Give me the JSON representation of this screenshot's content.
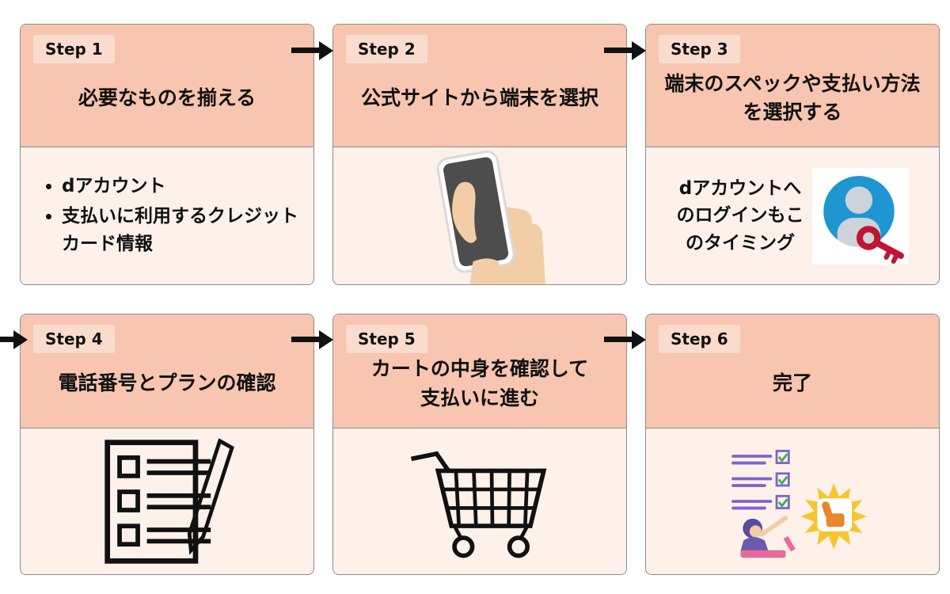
{
  "colors": {
    "header-bg": "#f7c5b0",
    "body-bg": "#fdf1ea",
    "badge-bg": "#fadcce",
    "card-border": "#8d8d8d",
    "arrow": "#111111",
    "text": "#111111",
    "avatar-blue": "#1e96d2",
    "key-red": "#c01532",
    "illustration-purple": "#7b68c8",
    "check-green": "#3fae5a",
    "star-yellow": "#f6c62e",
    "thumb-orange": "#e8882a",
    "laptop-pink": "#e8699a",
    "skin": "#f2cda6"
  },
  "steps": [
    {
      "badge": "Step 1",
      "title": "必要なものを揃える",
      "bullets": [
        "dアカウント",
        "支払いに利用するクレジットカード情報"
      ]
    },
    {
      "badge": "Step 2",
      "title": "公式サイトから端末を選択",
      "icon": "hand-holding-smartphone"
    },
    {
      "badge": "Step 3",
      "title": "端末のスペックや支払い方法\nを選択する",
      "note": "dアカウントへ\nのログインもこ\nのタイミング",
      "icon": "account-with-key"
    },
    {
      "badge": "Step 4",
      "title": "電話番号とプランの確認",
      "icon": "checklist-with-pen"
    },
    {
      "badge": "Step 5",
      "title": "カートの中身を確認して\n支払いに進む",
      "icon": "shopping-cart"
    },
    {
      "badge": "Step 6",
      "title": "完了",
      "icon": "celebration-thumbs-up"
    }
  ]
}
